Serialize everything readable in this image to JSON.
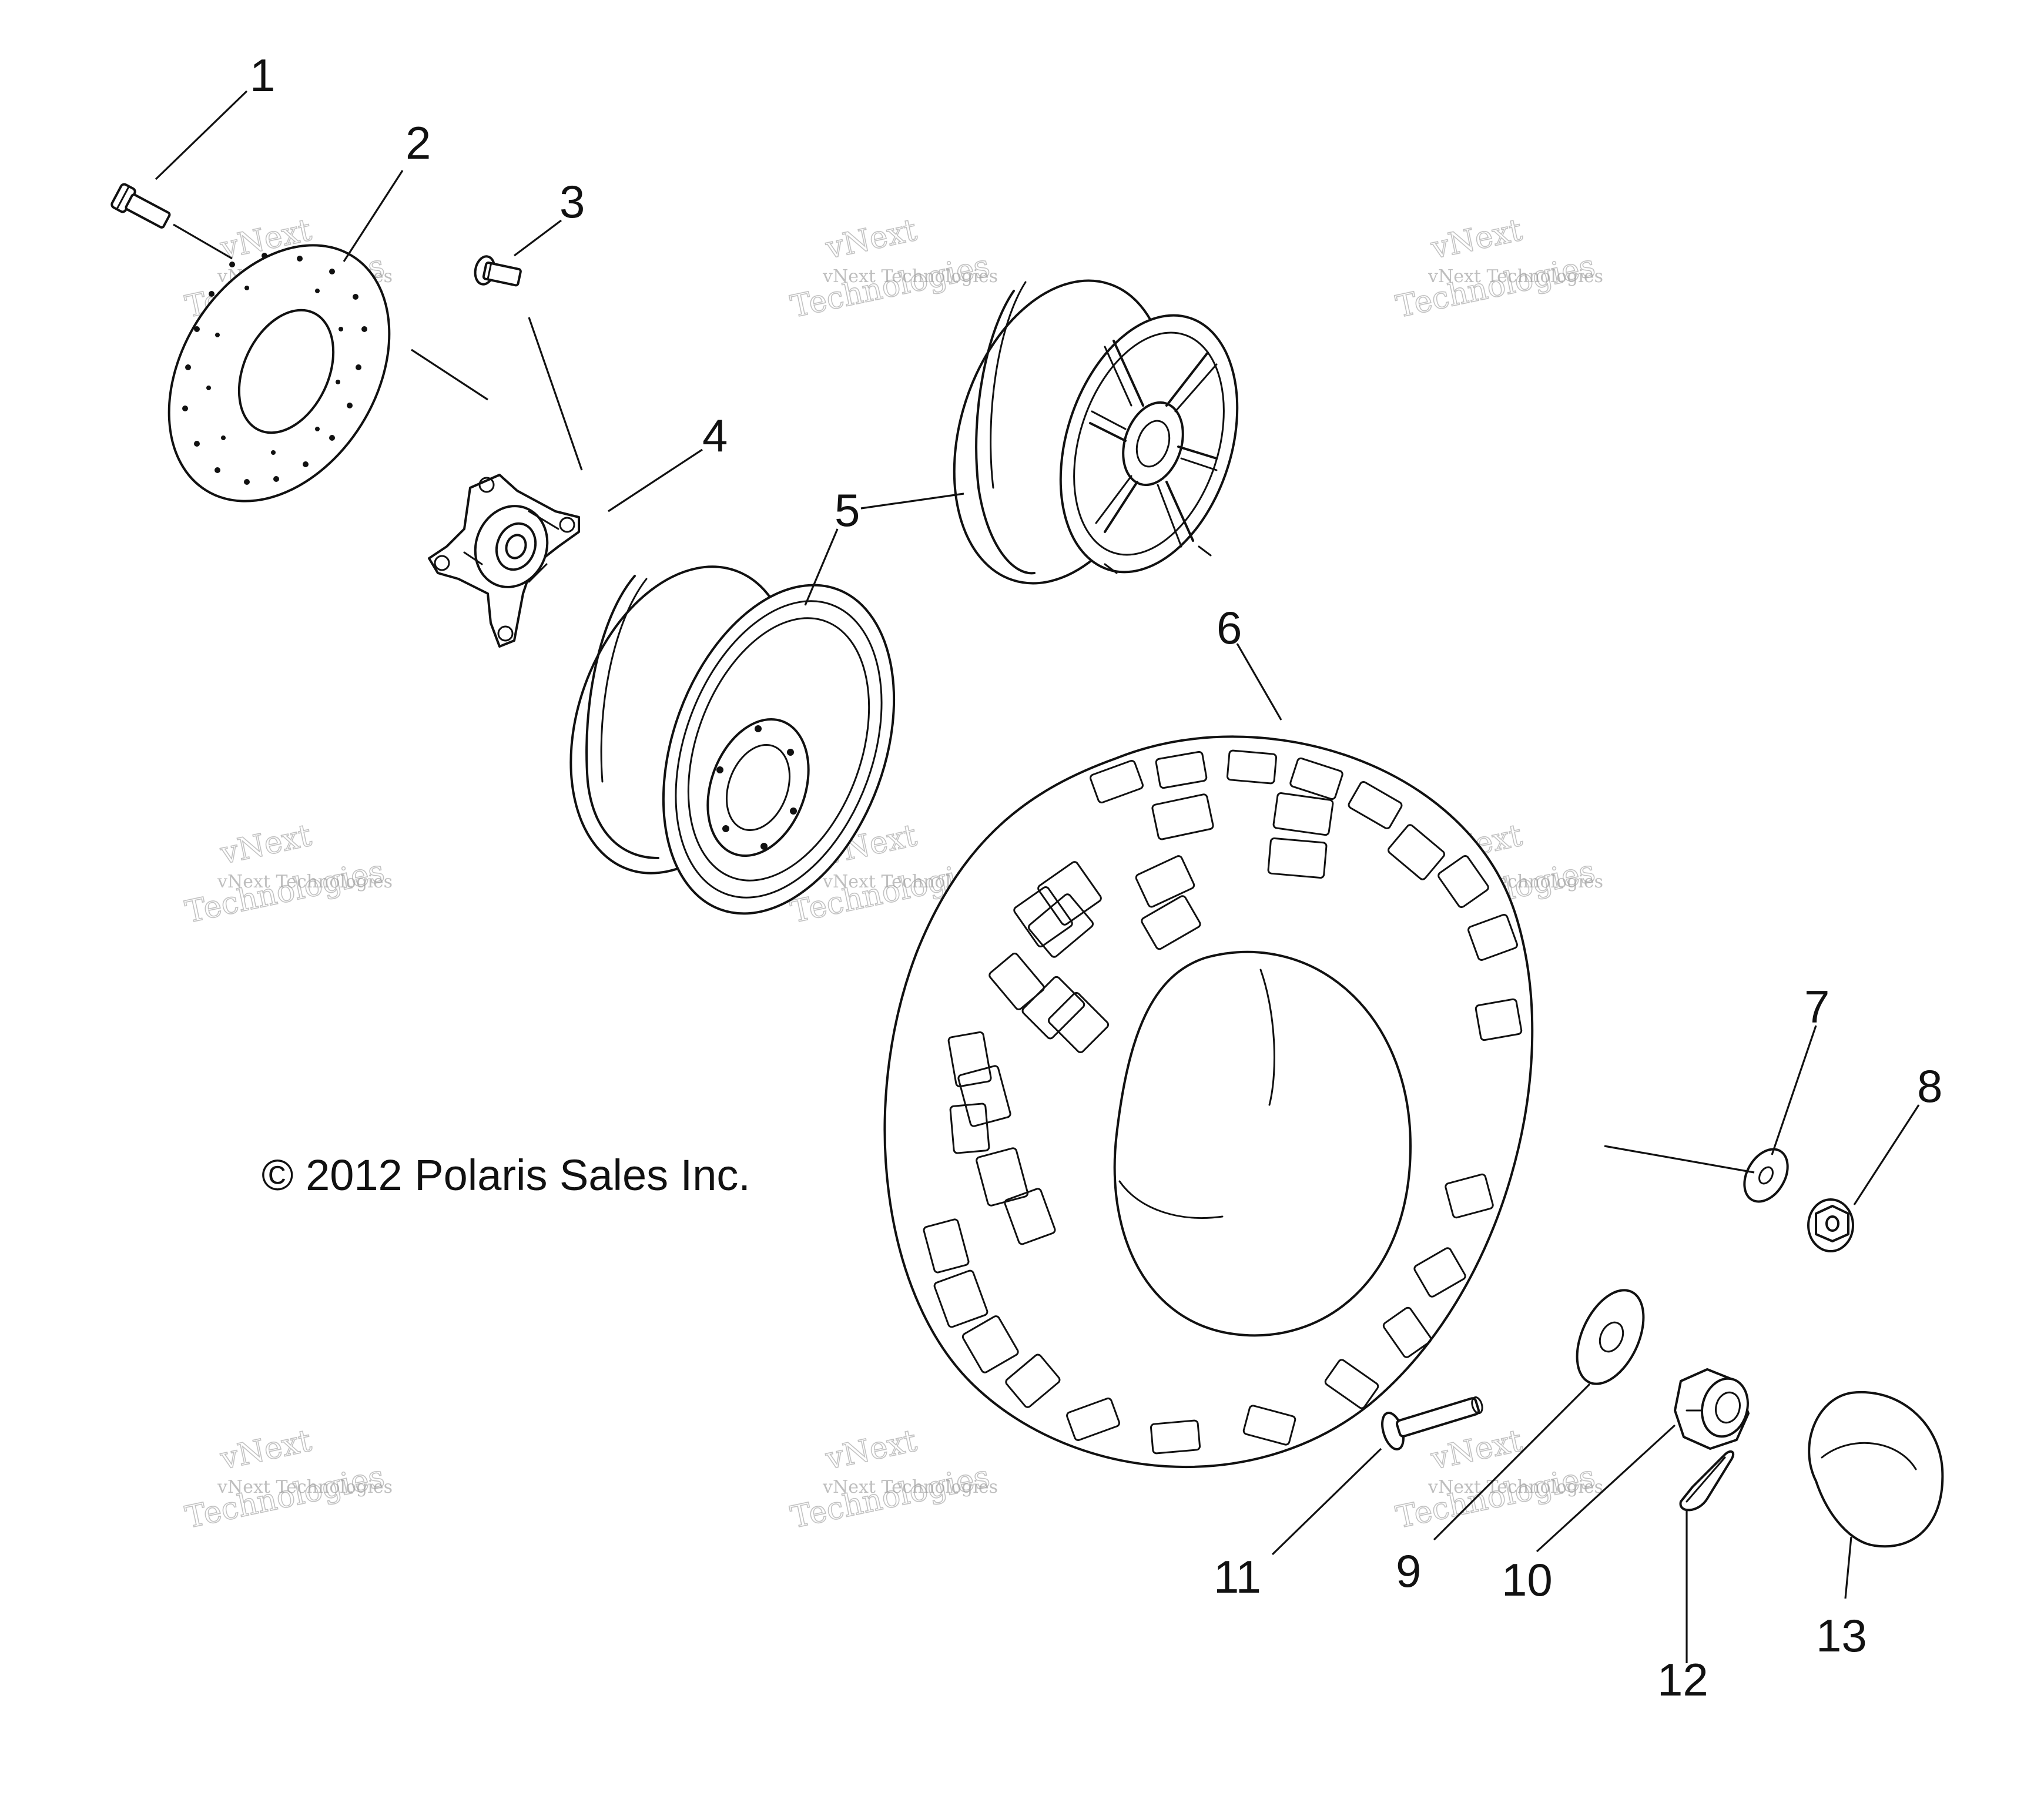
{
  "copyright": "© 2012 Polaris Sales Inc.",
  "callouts": {
    "c1": "1",
    "c2": "2",
    "c3": "3",
    "c4": "4",
    "c5": "5",
    "c6": "6",
    "c7": "7",
    "c8": "8",
    "c9": "9",
    "c10": "10",
    "c11": "11",
    "c12": "12",
    "c13": "13"
  },
  "watermark": {
    "line1": "vNext",
    "line2": "vNext Technologies",
    "line3": "Technologies"
  }
}
